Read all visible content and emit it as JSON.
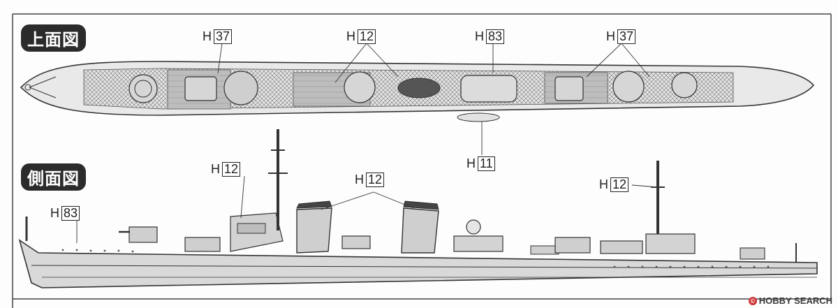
{
  "views": {
    "top": {
      "label": "上面図"
    },
    "side": {
      "label": "側面図"
    }
  },
  "callouts": [
    {
      "prefix": "H",
      "number": "37"
    },
    {
      "prefix": "H",
      "number": "12"
    },
    {
      "prefix": "H",
      "number": "83"
    },
    {
      "prefix": "H",
      "number": "37"
    },
    {
      "prefix": "H",
      "number": "11"
    },
    {
      "prefix": "H",
      "number": "12"
    },
    {
      "prefix": "H",
      "number": "12"
    },
    {
      "prefix": "H",
      "number": "83"
    },
    {
      "prefix": "H",
      "number": "12"
    }
  ],
  "watermark": {
    "text": "HOBBY SEARCH",
    "icon": "hobby-search-logo-icon"
  },
  "colors": {
    "hull_gray": "#d8d8d8",
    "deck_dark": "#9a9a9a",
    "line": "#333333",
    "water_blue": "#dfe9f3"
  }
}
